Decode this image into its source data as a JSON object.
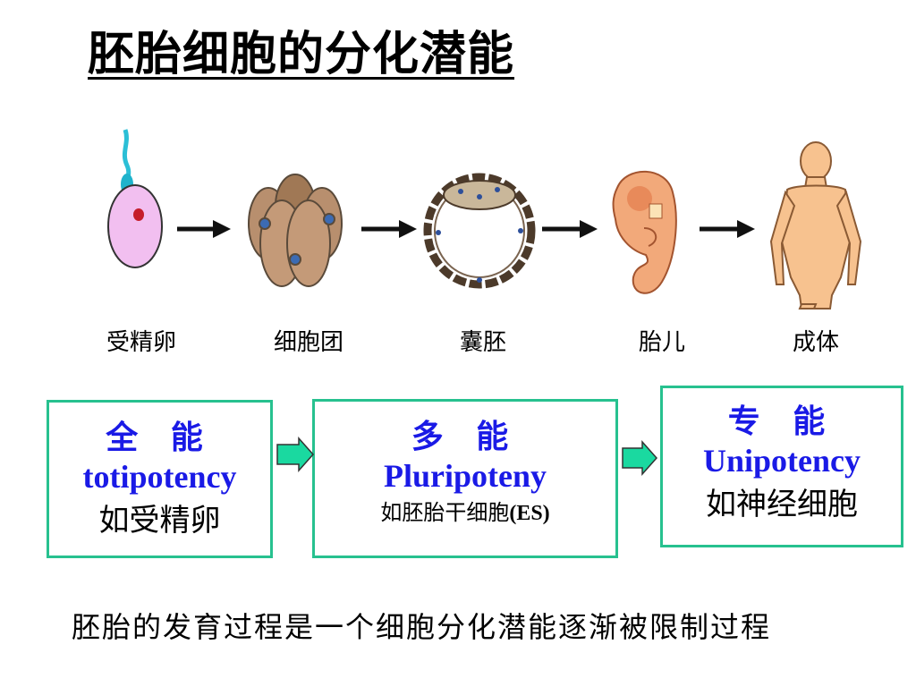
{
  "title": "胚胎细胞的分化潜能",
  "stages": [
    {
      "label": "受精卵"
    },
    {
      "label": "细胞团"
    },
    {
      "label": "囊胚"
    },
    {
      "label": "胎儿"
    },
    {
      "label": "成体"
    }
  ],
  "potency_boxes": [
    {
      "cn": "全 能",
      "en": "totipotency",
      "example": "如受精卵"
    },
    {
      "cn": "多 能",
      "en": "Pluripoteny",
      "example": "如胚胎干细胞",
      "example_suffix": "(ES)"
    },
    {
      "cn": "专 能",
      "en": "Unipotency",
      "example": "如神经细胞"
    }
  ],
  "footer": "胚胎的发育过程是一个细胞分化潜能逐渐被限制过程",
  "colors": {
    "accent": "#1a1ae6",
    "box_border": "#27c18f",
    "arrow_fill": "#1ad9a0"
  }
}
